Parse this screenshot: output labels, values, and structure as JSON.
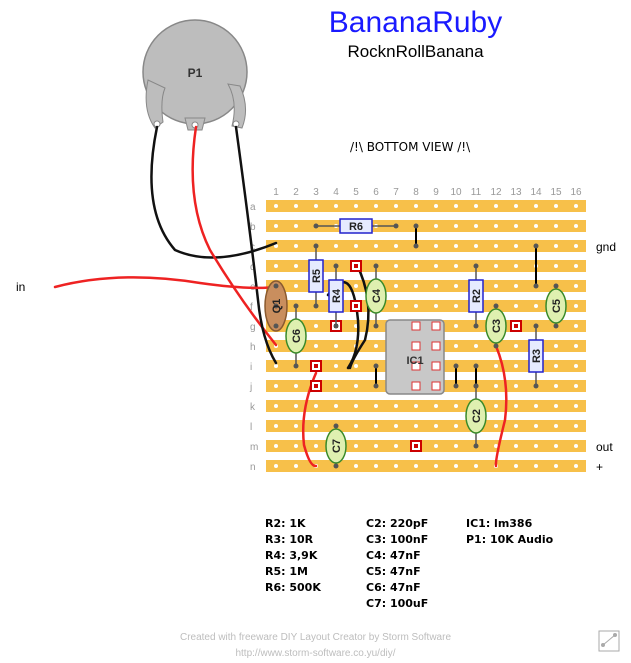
{
  "title": "BananaRuby",
  "subtitle": "RocknRollBanana",
  "view_label": "/!\\ BOTTOM VIEW /!\\",
  "pot_label": "P1",
  "columns": [
    "1",
    "2",
    "3",
    "4",
    "5",
    "6",
    "7",
    "8",
    "9",
    "10",
    "11",
    "12",
    "13",
    "14",
    "15",
    "16"
  ],
  "rows": [
    "a",
    "b",
    "c",
    "d",
    "e",
    "f",
    "g",
    "h",
    "i",
    "j",
    "k",
    "l",
    "m",
    "n"
  ],
  "connections": {
    "in": "in",
    "gnd": "gnd",
    "out": "out",
    "plus": "+"
  },
  "components": {
    "R2": "R2",
    "R3": "R3",
    "R4": "R4",
    "R5": "R5",
    "R6": "R6",
    "C2": "C2",
    "C3": "C3",
    "C4": "C4",
    "C5": "C5",
    "C6": "C6",
    "C7": "C7",
    "IC1": "IC1",
    "Q1": "Q1"
  },
  "bom": {
    "col1": [
      "R2: 1K",
      "R3: 10R",
      "R4: 3,9K",
      "R5: 1M",
      "R6: 500K"
    ],
    "col2": [
      "C2: 220pF",
      "C3: 100nF",
      "C4: 47nF",
      "C5: 47nF",
      "C6: 47nF",
      "C7: 100uF"
    ],
    "col3": [
      "IC1: lm386",
      "P1: 10K Audio"
    ]
  },
  "footer": {
    "credit": "Created with freeware DIY Layout Creator by Storm Software",
    "url": "http://www.storm-software.co.yu/diy/"
  },
  "colors": {
    "strip": "#f7c04a",
    "board_bg": "#ffffff",
    "title": "#1a1aff",
    "resistor": "#2222cc",
    "cap": "#dff0b0",
    "cut": "#cc0000"
  }
}
